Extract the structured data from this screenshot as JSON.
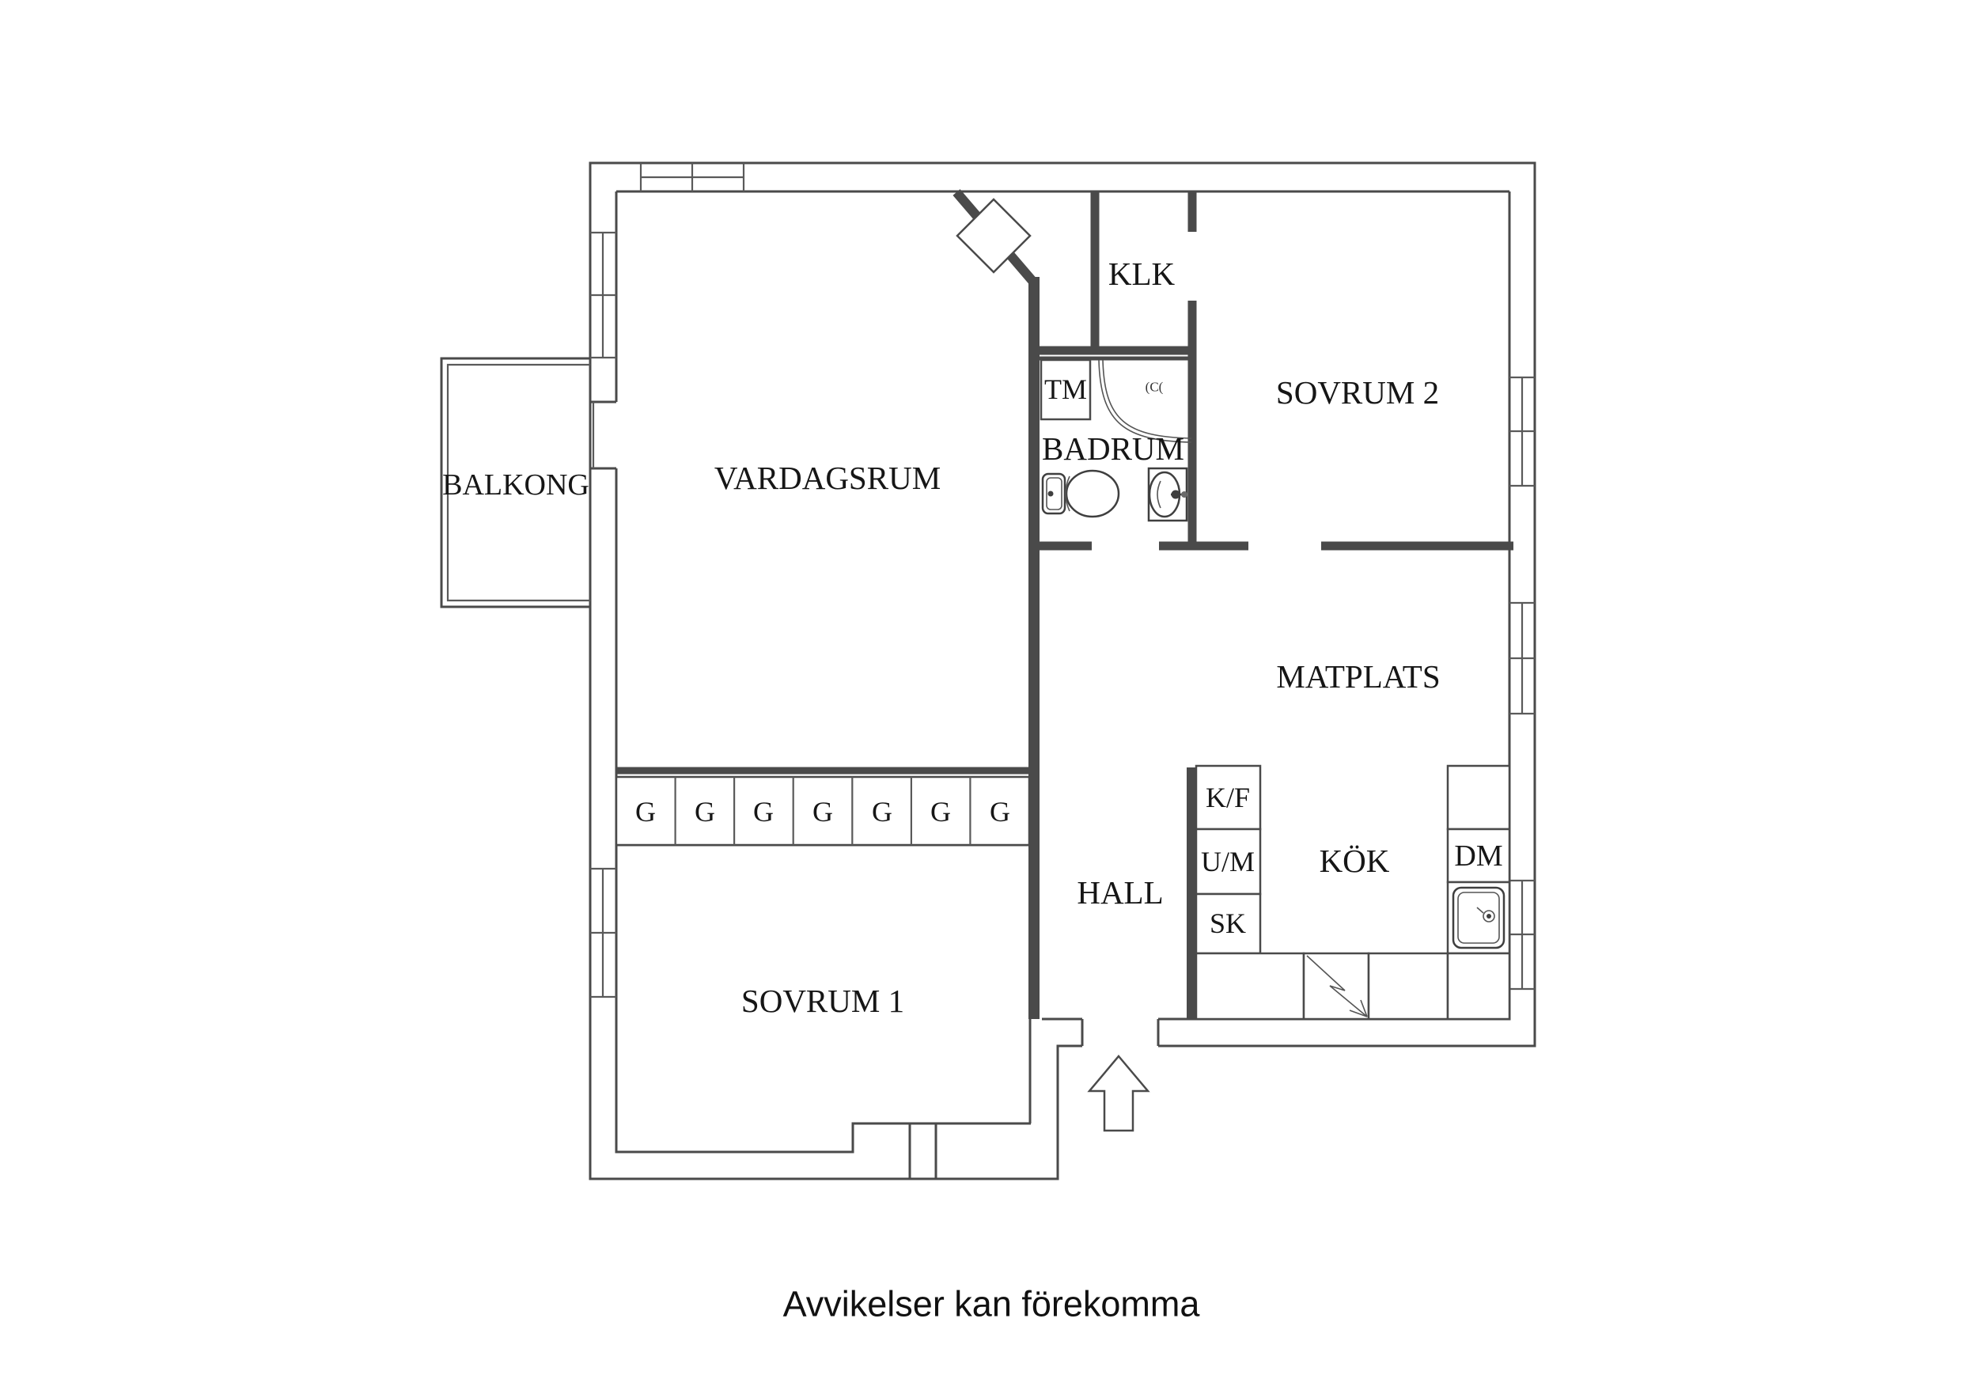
{
  "floorplan": {
    "rooms": {
      "balkong": "BALKONG",
      "vardagsrum": "VARDAGSRUM",
      "klk": "KLK",
      "badrum": "BADRUM",
      "sovrum2": "SOVRUM 2",
      "matplats": "MATPLATS",
      "hall": "HALL",
      "kok": "KÖK",
      "sovrum1": "SOVRUM 1"
    },
    "fixtures": {
      "tm": "TM",
      "kf": "K/F",
      "um": "U/M",
      "sk": "SK",
      "dm": "DM",
      "wardrobe": "G",
      "shower_mark": "(C("
    },
    "wardrobe_count": 7,
    "caption": "Avvikelser kan förekomma",
    "colors": {
      "line": "#4a4a4a",
      "text": "#161616",
      "background": "#ffffff"
    }
  }
}
